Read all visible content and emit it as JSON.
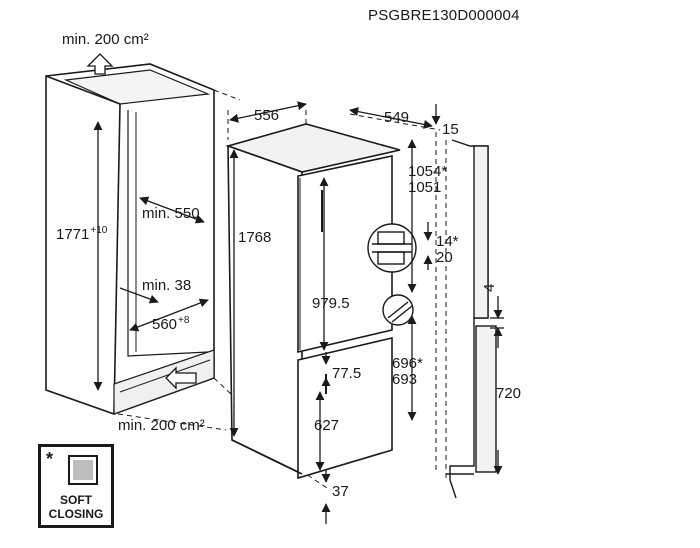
{
  "document_code": "PSGBRE130D000004",
  "niche": {
    "vent_top": "min. 200 cm²",
    "vent_bottom": "min. 200 cm²",
    "height": "1771",
    "height_tol": "+10",
    "depth": "min. 550",
    "side_depth": "min. 38",
    "width": "560",
    "width_tol": "+8"
  },
  "appliance": {
    "width": "556",
    "depth": "549",
    "top_gap": "15",
    "height": "1768",
    "upper_door_height": "979.5",
    "hinge_low_a": "1054*",
    "hinge_low_b": "1051",
    "hinge_gap_a": "14*",
    "hinge_gap_b": "20",
    "door_gap": "77.5",
    "lower_door_height": "627",
    "lower_hinge_a": "696*",
    "lower_hinge_b": "693",
    "bottom_gap": "37"
  },
  "furniture_door": {
    "gap": "4",
    "height": "720"
  },
  "legend": {
    "asterisk": "*",
    "line1": "SOFT",
    "line2": "CLOSING"
  }
}
